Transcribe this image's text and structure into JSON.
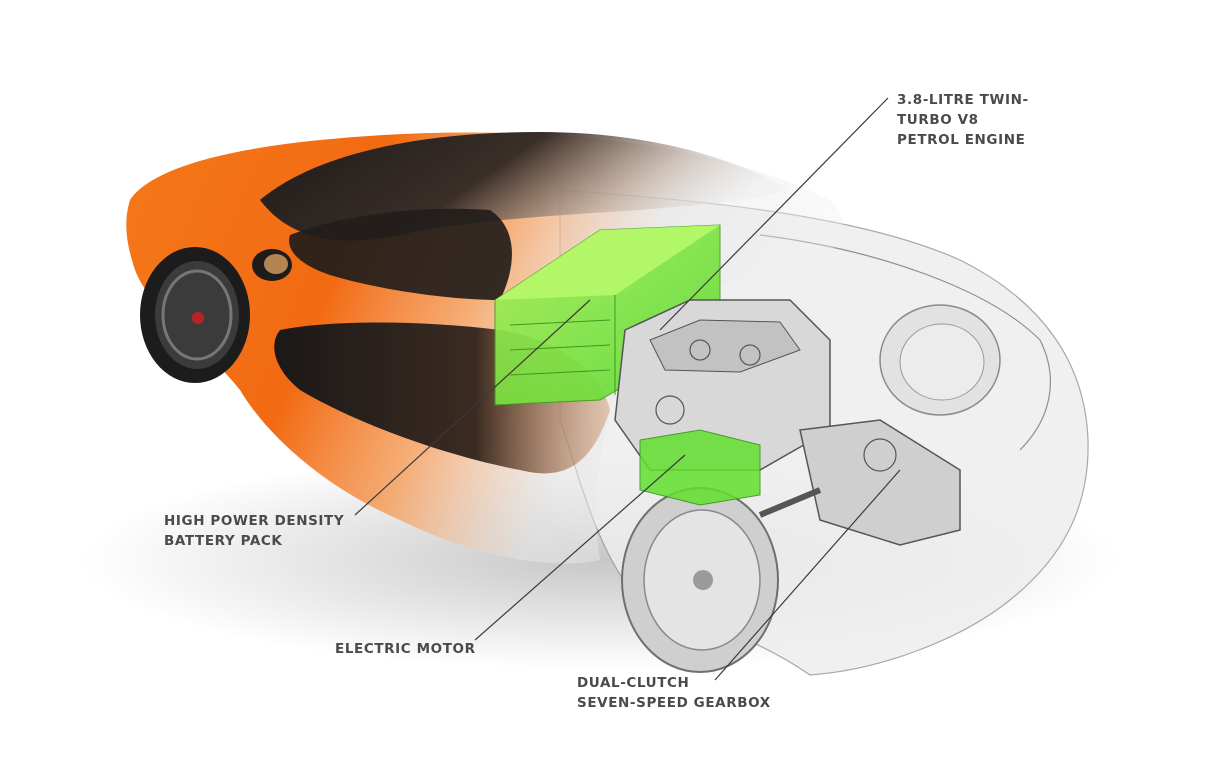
{
  "callouts": {
    "engine": [
      "3.8-LITRE TWIN-",
      "TURBO V8",
      "PETROL ENGINE"
    ],
    "battery": [
      "HIGH POWER DENSITY",
      "BATTERY PACK"
    ],
    "motor": [
      "ELECTRIC MOTOR"
    ],
    "gearbox": [
      "DUAL-CLUTCH",
      "SEVEN-SPEED GEARBOX"
    ]
  },
  "colors": {
    "body_orange": "#f26a12",
    "body_dark": "#2a2522",
    "battery_green": "#7ee33a",
    "ghost_grey": "#bdbdbd",
    "leader_line": "#3a3a3a",
    "label_text": "#4a4a4a"
  }
}
